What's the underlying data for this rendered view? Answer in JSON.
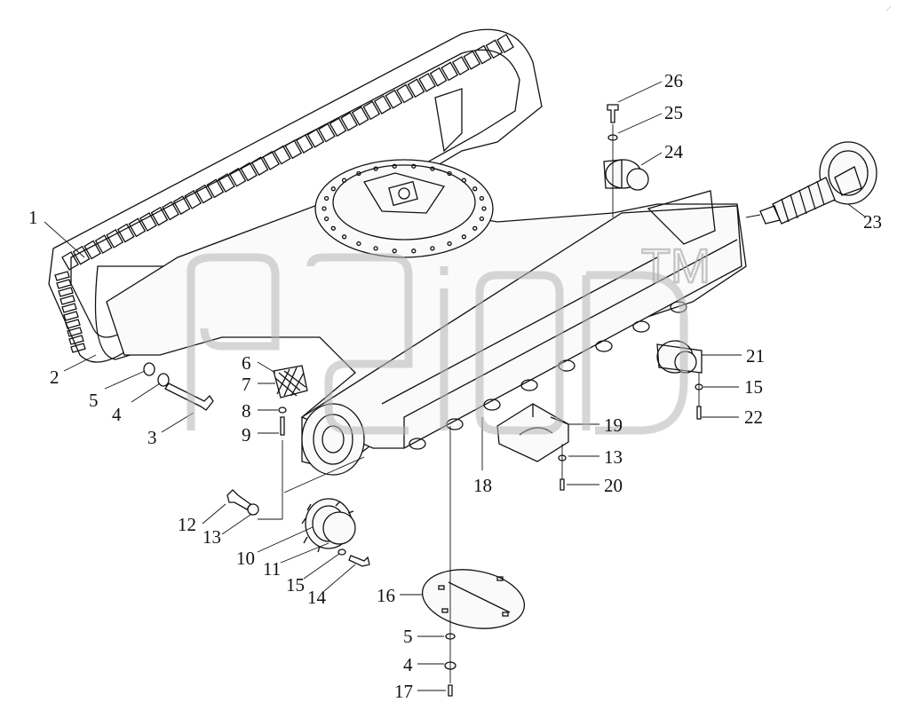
{
  "diagram": {
    "callouts": {
      "c1": "1",
      "c2": "2",
      "c3": "3",
      "c4a": "4",
      "c5a": "5",
      "c6": "6",
      "c7": "7",
      "c8": "8",
      "c9": "9",
      "c10": "10",
      "c11": "11",
      "c12": "12",
      "c13a": "13",
      "c13b": "13",
      "c14": "14",
      "c15a": "15",
      "c15b": "15",
      "c16": "16",
      "c5b": "5",
      "c4b": "4",
      "c17": "17",
      "c18": "18",
      "c19": "19",
      "c20": "20",
      "c21": "21",
      "c22": "22",
      "c23": "23",
      "c24": "24",
      "c25": "25",
      "c26": "26"
    },
    "watermark": {
      "trademark": "TM"
    }
  }
}
